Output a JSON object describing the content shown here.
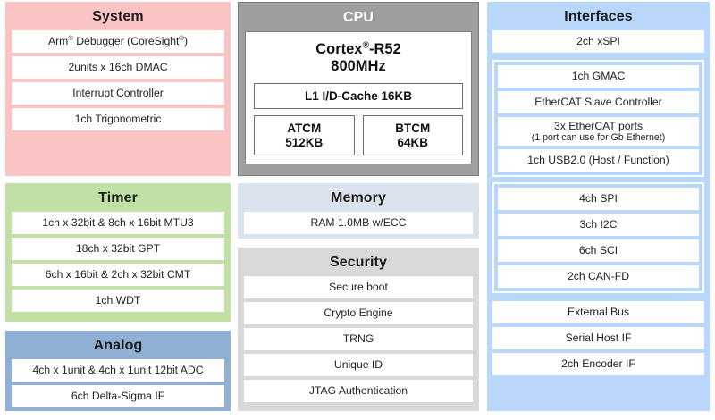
{
  "diagram": {
    "title_colors": {
      "system": "#fbc4c4",
      "timer": "#c1e0a5",
      "analog": "#8fb0d4",
      "cpu": "#9e9e9e",
      "memory": "#dae2ee",
      "security": "#d9d9d9",
      "interfaces": "#b9d7fb"
    }
  },
  "system": {
    "title": "System",
    "items": [
      {
        "text": "Arm",
        "sup": "®",
        "rest": " Debugger (CoreSight",
        "sup2": "®",
        "tail": ")"
      },
      {
        "text": "2units x 16ch DMAC"
      },
      {
        "text": "Interrupt Controller"
      },
      {
        "text": "1ch Trigonometric"
      }
    ]
  },
  "timer": {
    "title": "Timer",
    "items": [
      {
        "text": "1ch x 32bit & 8ch x 16bit MTU3"
      },
      {
        "text": "18ch x 32bit GPT"
      },
      {
        "text": "6ch x 16bit & 2ch x 32bit CMT"
      },
      {
        "text": "1ch WDT"
      }
    ]
  },
  "analog": {
    "title": "Analog",
    "items": [
      {
        "text": "4ch x 1unit & 4ch x 1unit 12bit ADC"
      },
      {
        "text": "6ch Delta-Sigma IF"
      }
    ]
  },
  "cpu": {
    "title": "CPU",
    "core_name": "Cortex",
    "core_sup": "®",
    "core_suffix": "-R52",
    "clock": "800MHz",
    "cache": "L1 I/D-Cache 16KB",
    "tcm": [
      {
        "name": "ATCM",
        "size": "512KB"
      },
      {
        "name": "BTCM",
        "size": "64KB"
      }
    ]
  },
  "memory": {
    "title": "Memory",
    "items": [
      {
        "text": "RAM 1.0MB w/ECC"
      }
    ]
  },
  "security": {
    "title": "Security",
    "items": [
      {
        "text": "Secure boot"
      },
      {
        "text": "Crypto Engine"
      },
      {
        "text": "TRNG"
      },
      {
        "text": "Unique ID"
      },
      {
        "text": "JTAG Authentication"
      }
    ]
  },
  "interfaces": {
    "title": "Interfaces",
    "top_items": [
      {
        "text": "2ch xSPI"
      }
    ],
    "group_network": [
      {
        "text": "1ch GMAC"
      },
      {
        "text": "EtherCAT Slave Controller"
      },
      {
        "text": "3x EtherCAT ports",
        "sub": "(1 port can use for Gb Ethernet)"
      },
      {
        "text": "1ch USB2.0 (Host / Function)"
      }
    ],
    "group_serial": [
      {
        "text": "4ch SPI"
      },
      {
        "text": "3ch I2C"
      },
      {
        "text": "6ch SCI"
      },
      {
        "text": "2ch CAN-FD"
      }
    ],
    "group_bus": [
      {
        "text": "External Bus"
      },
      {
        "text": "Serial Host IF"
      },
      {
        "text": "2ch Encoder IF"
      }
    ]
  }
}
